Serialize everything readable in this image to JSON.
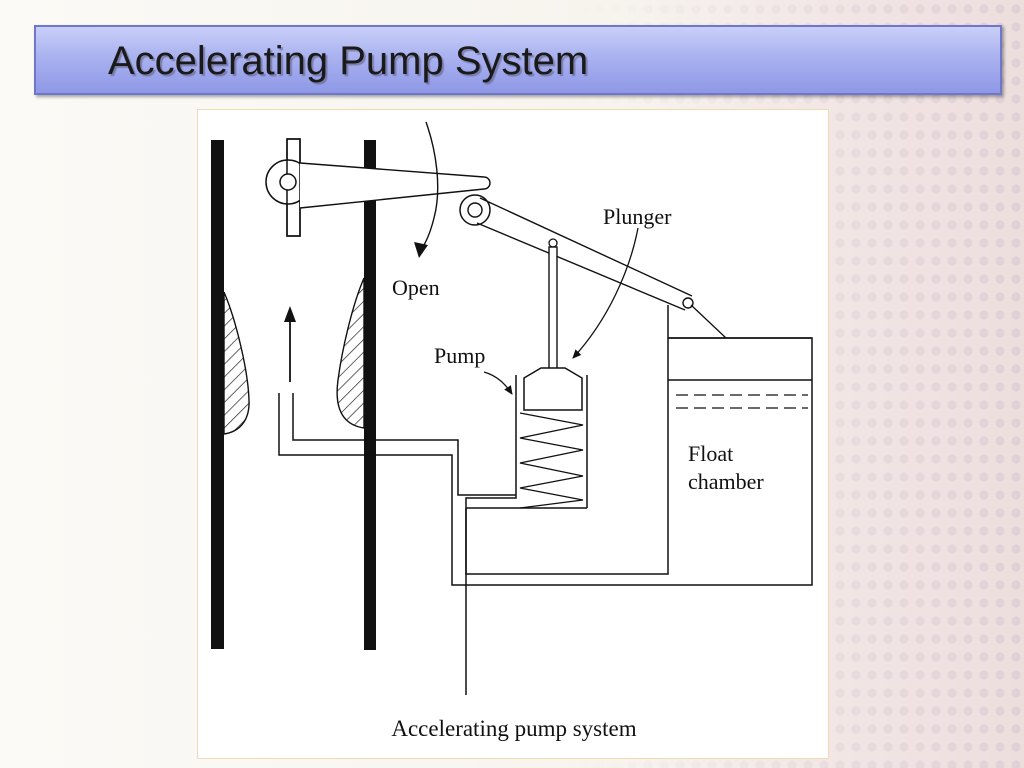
{
  "slide": {
    "title": "Accelerating Pump System"
  },
  "diagram": {
    "labels": {
      "plunger": "Plunger",
      "open": "Open",
      "pump": "Pump",
      "float_line1": "Float",
      "float_line2": "chamber"
    },
    "caption": "Accelerating pump system"
  }
}
